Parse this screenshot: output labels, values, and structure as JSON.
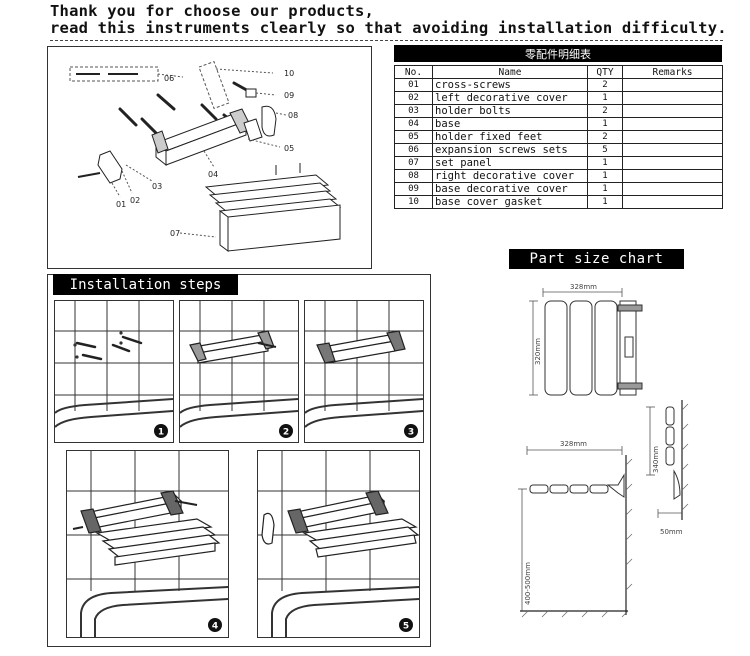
{
  "header": {
    "line1": "Thank you for choose our products,",
    "line2": "read this instruments clearly so that avoiding installation difficulty."
  },
  "parts_table": {
    "title": "零配件明细表",
    "columns": [
      "No.",
      "Name",
      "QTY",
      "Remarks"
    ],
    "rows": [
      {
        "no": "01",
        "name": "cross-screws",
        "qty": "2",
        "remarks": ""
      },
      {
        "no": "02",
        "name": "left decorative cover",
        "qty": "1",
        "remarks": ""
      },
      {
        "no": "03",
        "name": "holder bolts",
        "qty": "2",
        "remarks": ""
      },
      {
        "no": "04",
        "name": "base",
        "qty": "1",
        "remarks": ""
      },
      {
        "no": "05",
        "name": "holder fixed feet",
        "qty": "2",
        "remarks": ""
      },
      {
        "no": "06",
        "name": "expansion screws sets",
        "qty": "5",
        "remarks": ""
      },
      {
        "no": "07",
        "name": "set panel",
        "qty": "1",
        "remarks": ""
      },
      {
        "no": "08",
        "name": "right decorative cover",
        "qty": "1",
        "remarks": ""
      },
      {
        "no": "09",
        "name": "base decorative cover",
        "qty": "1",
        "remarks": ""
      },
      {
        "no": "10",
        "name": "base cover gasket",
        "qty": "1",
        "remarks": ""
      }
    ]
  },
  "exploded_labels": {
    "l01": "01",
    "l02": "02",
    "l03": "03",
    "l04": "04",
    "l05": "05",
    "l06": "06",
    "l07": "07",
    "l08": "08",
    "l09": "09",
    "l10": "10"
  },
  "installation": {
    "title": "Installation steps",
    "step_numbers": [
      "1",
      "2",
      "3",
      "4",
      "5"
    ]
  },
  "size_chart": {
    "title": "Part size chart",
    "width_top": "328mm",
    "height_left": "320mm",
    "width_side": "328mm",
    "height_fold": "340mm",
    "depth_fold": "50mm",
    "mount_height": "400-500mm"
  }
}
